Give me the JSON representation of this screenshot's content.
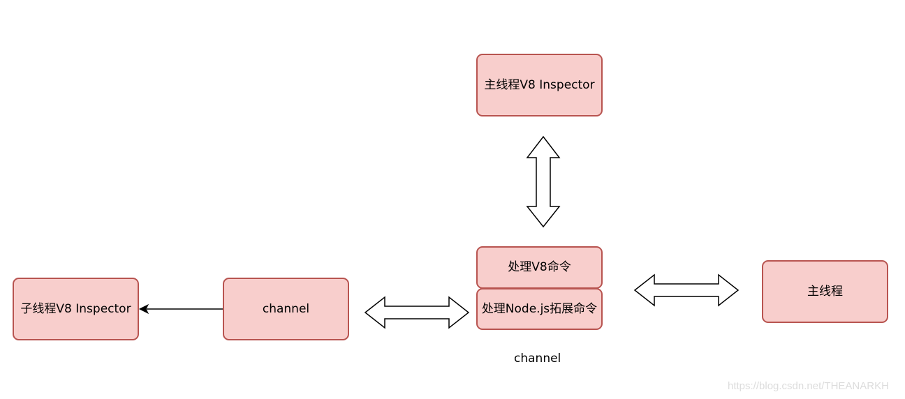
{
  "nodes": {
    "main_inspector": "主线程V8 Inspector",
    "handle_v8": "处理V8命令",
    "handle_node": "处理Node.js拓展命令",
    "main_thread": "主线程",
    "channel_box": "channel",
    "child_inspector": "子线程V8 Inspector"
  },
  "labels": {
    "channel_caption": "channel"
  },
  "watermark": "https://blog.csdn.net/THEANARKH",
  "colors": {
    "box_fill": "#f8cecc",
    "box_stroke": "#b85450",
    "arrow_stroke": "#000000"
  }
}
